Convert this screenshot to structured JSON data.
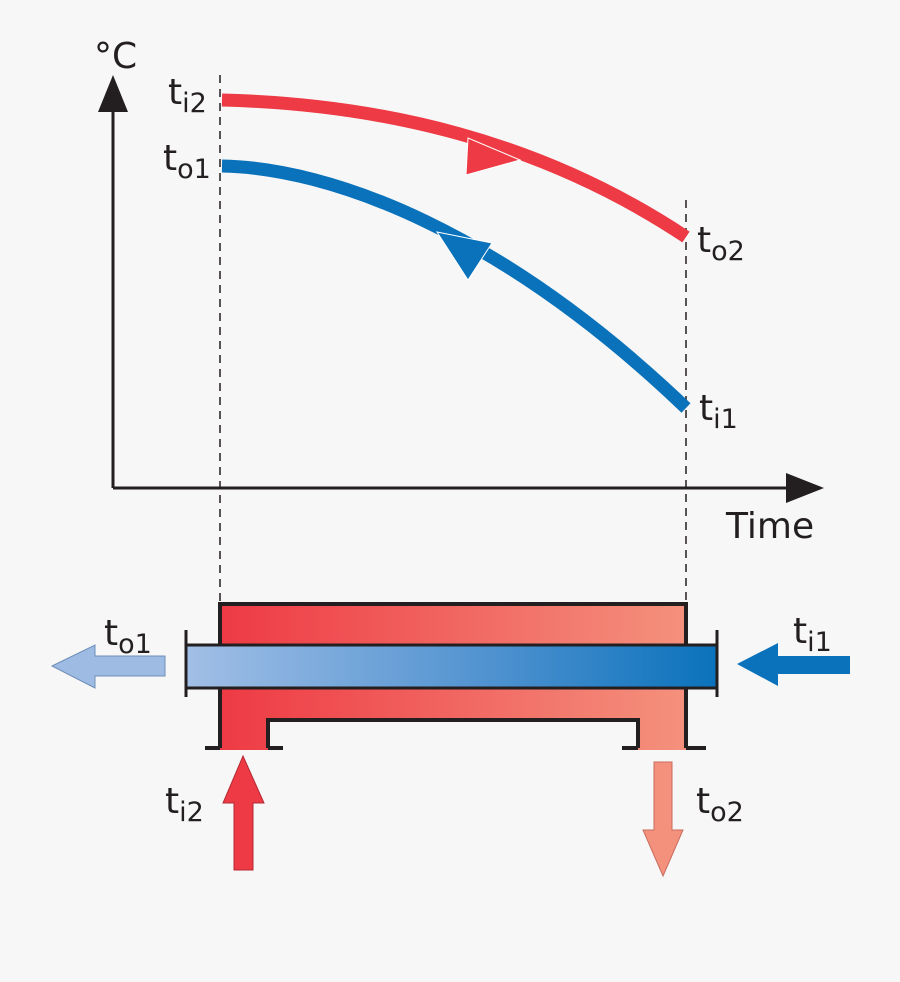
{
  "axes": {
    "y_label": "°C",
    "x_label": "Time"
  },
  "labels": {
    "ti2": {
      "base": "t",
      "sub": "i2"
    },
    "to1": {
      "base": "t",
      "sub": "o1"
    },
    "to2": {
      "base": "t",
      "sub": "o2"
    },
    "ti1": {
      "base": "t",
      "sub": "i1"
    }
  },
  "colors": {
    "hot": "#ee3a44",
    "hot_light": "#f4917d",
    "cold": "#0a72bb",
    "cold_light": "#9dbbe3",
    "line": "#231f20",
    "background": "#f7f7f7"
  }
}
